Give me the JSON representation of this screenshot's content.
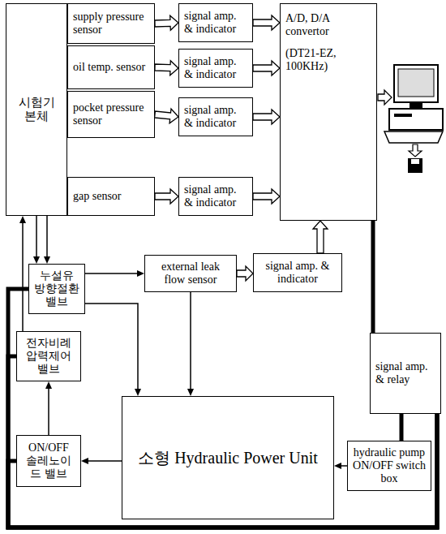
{
  "diagram": {
    "nodes": [
      {
        "text": [
          "시험기 본체"
        ]
      },
      {
        "text": [
          "supply pressure sensor"
        ]
      },
      {
        "text": [
          "oil temp. sensor"
        ]
      },
      {
        "text": [
          "pocket pressure sensor"
        ]
      },
      {
        "text": [
          "gap sensor"
        ]
      },
      {
        "text": [
          "signal amp. & indicator"
        ]
      },
      {
        "text": [
          "signal amp. & indicator"
        ]
      },
      {
        "text": [
          "signal amp. & indicator"
        ]
      },
      {
        "text": [
          "signal amp. & indicator"
        ]
      },
      {
        "text": [
          "A/D, D/A convertor",
          "(DT21-EZ, 100KHz)"
        ]
      },
      {
        "text": [
          "누설유 방향절환 밸브"
        ]
      },
      {
        "text": [
          "external leak flow sensor"
        ]
      },
      {
        "text": [
          "signal amp. & indicator"
        ]
      },
      {
        "text": [
          "signal amp. & relay"
        ]
      },
      {
        "text": [
          "전자비례 압력제어 밸브"
        ]
      },
      {
        "text": [
          "소형 Hydraulic Power Unit"
        ]
      },
      {
        "text": [
          "hydraulic pump ON/OFF switch box"
        ]
      },
      {
        "text": [
          "ON/OFF 솔레노이드 밸브"
        ]
      }
    ],
    "edges": [
      {
        "from": 1,
        "to": 5,
        "arrow": "to"
      },
      {
        "from": 2,
        "to": 6,
        "arrow": "to"
      },
      {
        "from": 3,
        "to": 7,
        "arrow": "to"
      },
      {
        "from": 4,
        "to": 8,
        "arrow": "to"
      },
      {
        "from": 5,
        "to": 9,
        "arrow": "to"
      },
      {
        "from": 6,
        "to": 9,
        "arrow": "to"
      },
      {
        "from": 7,
        "to": 9,
        "arrow": "to"
      },
      {
        "from": 8,
        "to": 9,
        "arrow": "to"
      },
      {
        "from": 12,
        "to": 9,
        "arrow": "to"
      },
      {
        "from": 11,
        "to": 12,
        "arrow": "to"
      },
      {
        "from": 9,
        "to": 13,
        "arrow": "none"
      },
      {
        "from": 13,
        "to": 16,
        "arrow": "none"
      },
      {
        "from": 13,
        "to": 10,
        "arrow": "none"
      },
      {
        "from": 13,
        "to": 14,
        "arrow": "none"
      },
      {
        "from": 13,
        "to": 17,
        "arrow": "none"
      },
      {
        "from": 16,
        "to": 15,
        "arrow": "to"
      },
      {
        "from": 15,
        "to": 17,
        "arrow": "to"
      },
      {
        "from": 17,
        "to": 14,
        "arrow": "to"
      },
      {
        "from": 14,
        "to": 0,
        "arrow": "to"
      },
      {
        "from": 0,
        "to": 10,
        "arrow": "to"
      },
      {
        "from": 0,
        "to": 10,
        "arrow": "to"
      },
      {
        "from": 10,
        "to": 11,
        "arrow": "to"
      },
      {
        "from": 10,
        "to": 15,
        "arrow": "to"
      },
      {
        "from": 11,
        "to": 15,
        "arrow": "to"
      }
    ]
  }
}
